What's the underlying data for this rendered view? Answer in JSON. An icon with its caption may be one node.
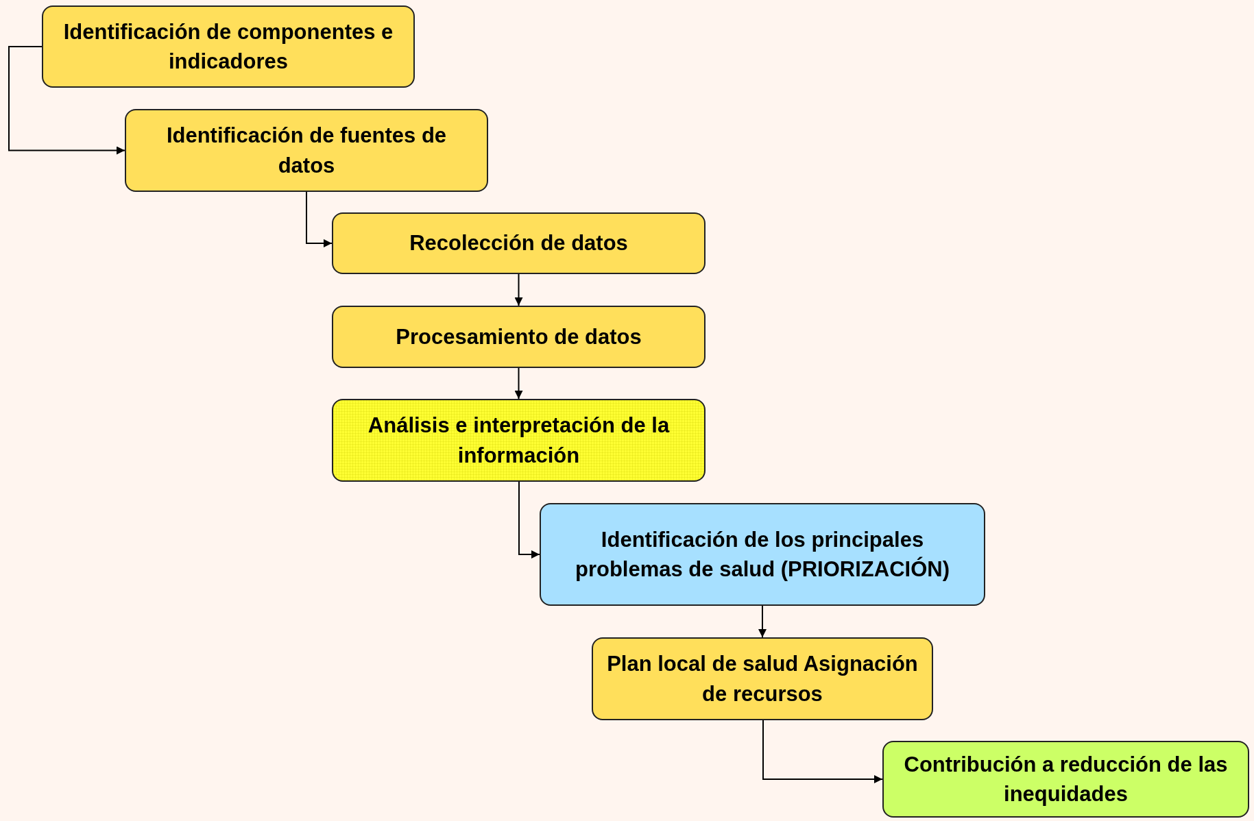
{
  "diagram": {
    "nodes": [
      {
        "text": [
          "Identificación de componentes e indicadores"
        ]
      },
      {
        "text": [
          "Identificación de fuentes de datos"
        ]
      },
      {
        "text": [
          "Recolección de datos"
        ]
      },
      {
        "text": [
          "Procesamiento de datos"
        ]
      },
      {
        "text": [
          "Análisis e interpretación de la información"
        ]
      },
      {
        "text": [
          "Identificación de los principales problemas de salud (PRIORIZACIÓN)"
        ]
      },
      {
        "text": [
          "Plan local de salud Asignación de recursos"
        ]
      },
      {
        "text": [
          "Contribución a reducción de las inequidades"
        ]
      }
    ],
    "edges": [
      {
        "from": 0,
        "to": 1,
        "arrow": "to"
      },
      {
        "from": 1,
        "to": 2,
        "arrow": "to"
      },
      {
        "from": 2,
        "to": 3,
        "arrow": "to"
      },
      {
        "from": 3,
        "to": 4,
        "arrow": "to"
      },
      {
        "from": 4,
        "to": 5,
        "arrow": "to"
      },
      {
        "from": 5,
        "to": 6,
        "arrow": "to"
      },
      {
        "from": 6,
        "to": 7,
        "arrow": "to"
      }
    ]
  }
}
